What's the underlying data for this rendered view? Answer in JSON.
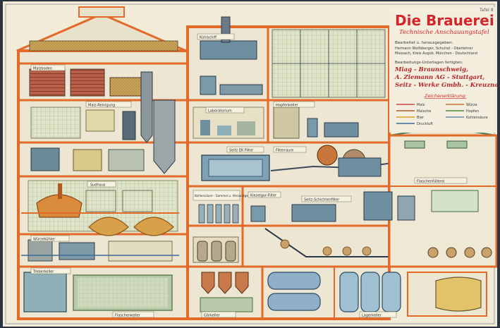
{
  "poster": {
    "tafel": "Tafel 8",
    "title": "Die Brauerei",
    "subtitle": "Technische Anschauungstafel",
    "credits_heading": "Bearbeitet u. herausgegeben:",
    "credits_line1": "Hermann Wolfsberger, Schulrat - Oberlehrer",
    "credits_line2": "Moosach, Kreis Augsb. München - Deutschland",
    "sponsors_heading": "Bearbeitungs-Unterlagen fertigten:",
    "sponsors": [
      "Miag - Braunschweig,",
      "A. Ziemann AG - Stuttgart,",
      "Seitz - Werke Gmbh. - Kreuznach."
    ],
    "legend_title": "Zeichenerklärung:",
    "legend": [
      {
        "label": "Malz",
        "color": "#c94a4a"
      },
      {
        "label": "Würze",
        "color": "#c9763a"
      },
      {
        "label": "Maische",
        "color": "#a85a2a"
      },
      {
        "label": "Hopfen",
        "color": "#4a8a3a"
      },
      {
        "label": "Bier",
        "color": "#d9a02a"
      },
      {
        "label": "Kohlensäure",
        "color": "#6a8ab0"
      },
      {
        "label": "Druckluft",
        "color": "#3a6a9a"
      }
    ]
  },
  "labels": {
    "kuehlschiff": "Kühlschiff",
    "laboratorium": "Laboratorium",
    "sudhaus": "Sudhaus",
    "seitz_filter": "Seitz EK Filter",
    "kohlensaeure": "Kohlensäure - Sammel u. Versandgefäße",
    "kieselgur": "Kieselgur-Filter",
    "seitz_schichtenfilter": "Seitz-Schichtenfilter",
    "flaschenkeller": "Flaschenkeller",
    "gaerkeller": "Gärkeller",
    "lagerkeller": "Lagerkeller",
    "hopfenkeller": "Hopfenkeller",
    "malzboden": "Malzboden",
    "filterraum": "Filterraum",
    "malzreinigung": "Malz-Reinigung",
    "treberkeller": "Treberkeller",
    "wuerzekuehler": "Würzekühler",
    "flaschenfuellerei": "Flaschenfüllerei"
  }
}
